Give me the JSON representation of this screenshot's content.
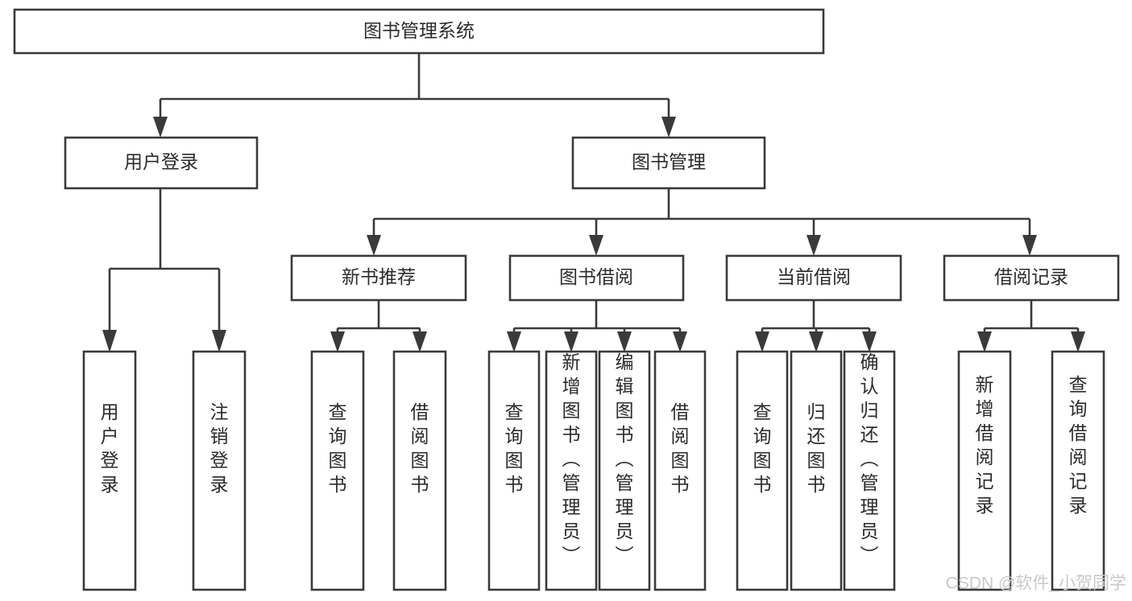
{
  "diagram": {
    "type": "tree",
    "title": "图书管理系统",
    "watermark": "CSDN @软件_小贺同学",
    "colors": {
      "stroke": "#3a3a3a",
      "fill": "#ffffff",
      "text": "#2b2b2b",
      "watermark": "#c9c9c9",
      "background": "#ffffff"
    },
    "levels": {
      "root": {
        "label": "图书管理系统"
      },
      "level1": [
        {
          "label": "用户登录"
        },
        {
          "label": "图书管理"
        }
      ],
      "level2": [
        {
          "label": "新书推荐"
        },
        {
          "label": "图书借阅"
        },
        {
          "label": "当前借阅"
        },
        {
          "label": "借阅记录"
        }
      ],
      "leaves": [
        {
          "label": "用户登录",
          "parent": "用户登录"
        },
        {
          "label": "注销登录",
          "parent": "用户登录"
        },
        {
          "label": "查询图书",
          "parent": "新书推荐"
        },
        {
          "label": "借阅图书",
          "parent": "新书推荐"
        },
        {
          "label": "查询图书",
          "parent": "图书借阅"
        },
        {
          "label": "新增图书（管理员）",
          "parent": "图书借阅"
        },
        {
          "label": "编辑图书（管理员）",
          "parent": "图书借阅"
        },
        {
          "label": "借阅图书",
          "parent": "图书借阅"
        },
        {
          "label": "查询图书",
          "parent": "当前借阅"
        },
        {
          "label": "归还图书",
          "parent": "当前借阅"
        },
        {
          "label": "确认归还（管理员）",
          "parent": "当前借阅"
        },
        {
          "label": "新增借阅记录",
          "parent": "借阅记录"
        },
        {
          "label": "查询借阅记录",
          "parent": "借阅记录"
        }
      ]
    }
  }
}
